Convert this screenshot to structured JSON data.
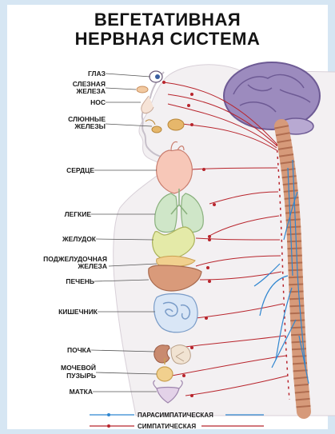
{
  "title": {
    "line1": "ВЕГЕТАТИВНАЯ",
    "line2": "НЕРВНАЯ СИСТЕМА"
  },
  "organs": {
    "eye": "ГЛАЗ",
    "lacrimal_1": "СЛЕЗНАЯ",
    "lacrimal_2": "ЖЕЛЕЗА",
    "nose": "НОС",
    "salivary_1": "СЛЮННЫЕ",
    "salivary_2": "ЖЕЛЕЗЫ",
    "heart": "СЕРДЦЕ",
    "lungs": "ЛЕГКИЕ",
    "stomach": "ЖЕЛУДОК",
    "pancreas_1": "ПОДЖЕЛУДОЧНАЯ",
    "pancreas_2": "ЖЕЛЕЗА",
    "liver": "ПЕЧЕНЬ",
    "intestine": "КИШЕЧНИК",
    "kidney": "ПОЧКА",
    "bladder_1": "МОЧЕВОЙ",
    "bladder_2": "ПУЗЫРЬ",
    "uterus": "МАТКА"
  },
  "legend": {
    "parasympathetic": "ПАРАСИМПАТИЧЕСКАЯ",
    "sympathetic": "СИМПАТИЧЕСКАЯ"
  },
  "colors": {
    "parasympathetic": "#2f86d0",
    "sympathetic": "#b8242c"
  }
}
